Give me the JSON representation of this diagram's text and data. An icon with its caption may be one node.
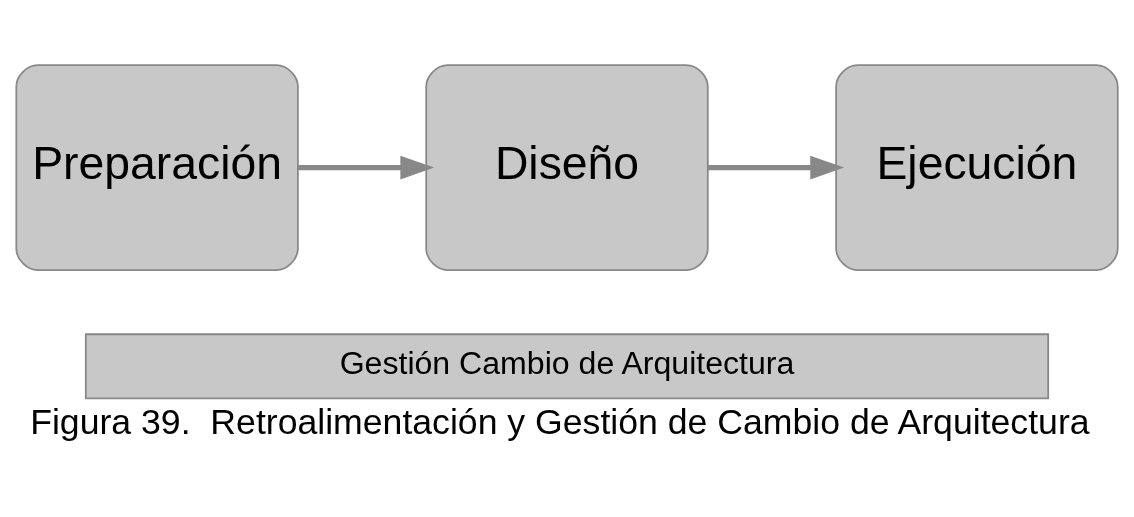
{
  "diagram": {
    "caption": "Figura 39.  Retroalimentación y Gestión de Cambio de Arquitectura",
    "nodes": [
      {
        "text": [
          "Preparación"
        ]
      },
      {
        "text": [
          "Diseño"
        ]
      },
      {
        "text": [
          "Ejecución"
        ]
      },
      {
        "text": [
          "Gestión Cambio de Arquitectura"
        ]
      }
    ],
    "edges": [
      {
        "from": 0,
        "to": 1,
        "arrow": "to"
      },
      {
        "from": 1,
        "to": 2,
        "arrow": "to"
      }
    ]
  }
}
